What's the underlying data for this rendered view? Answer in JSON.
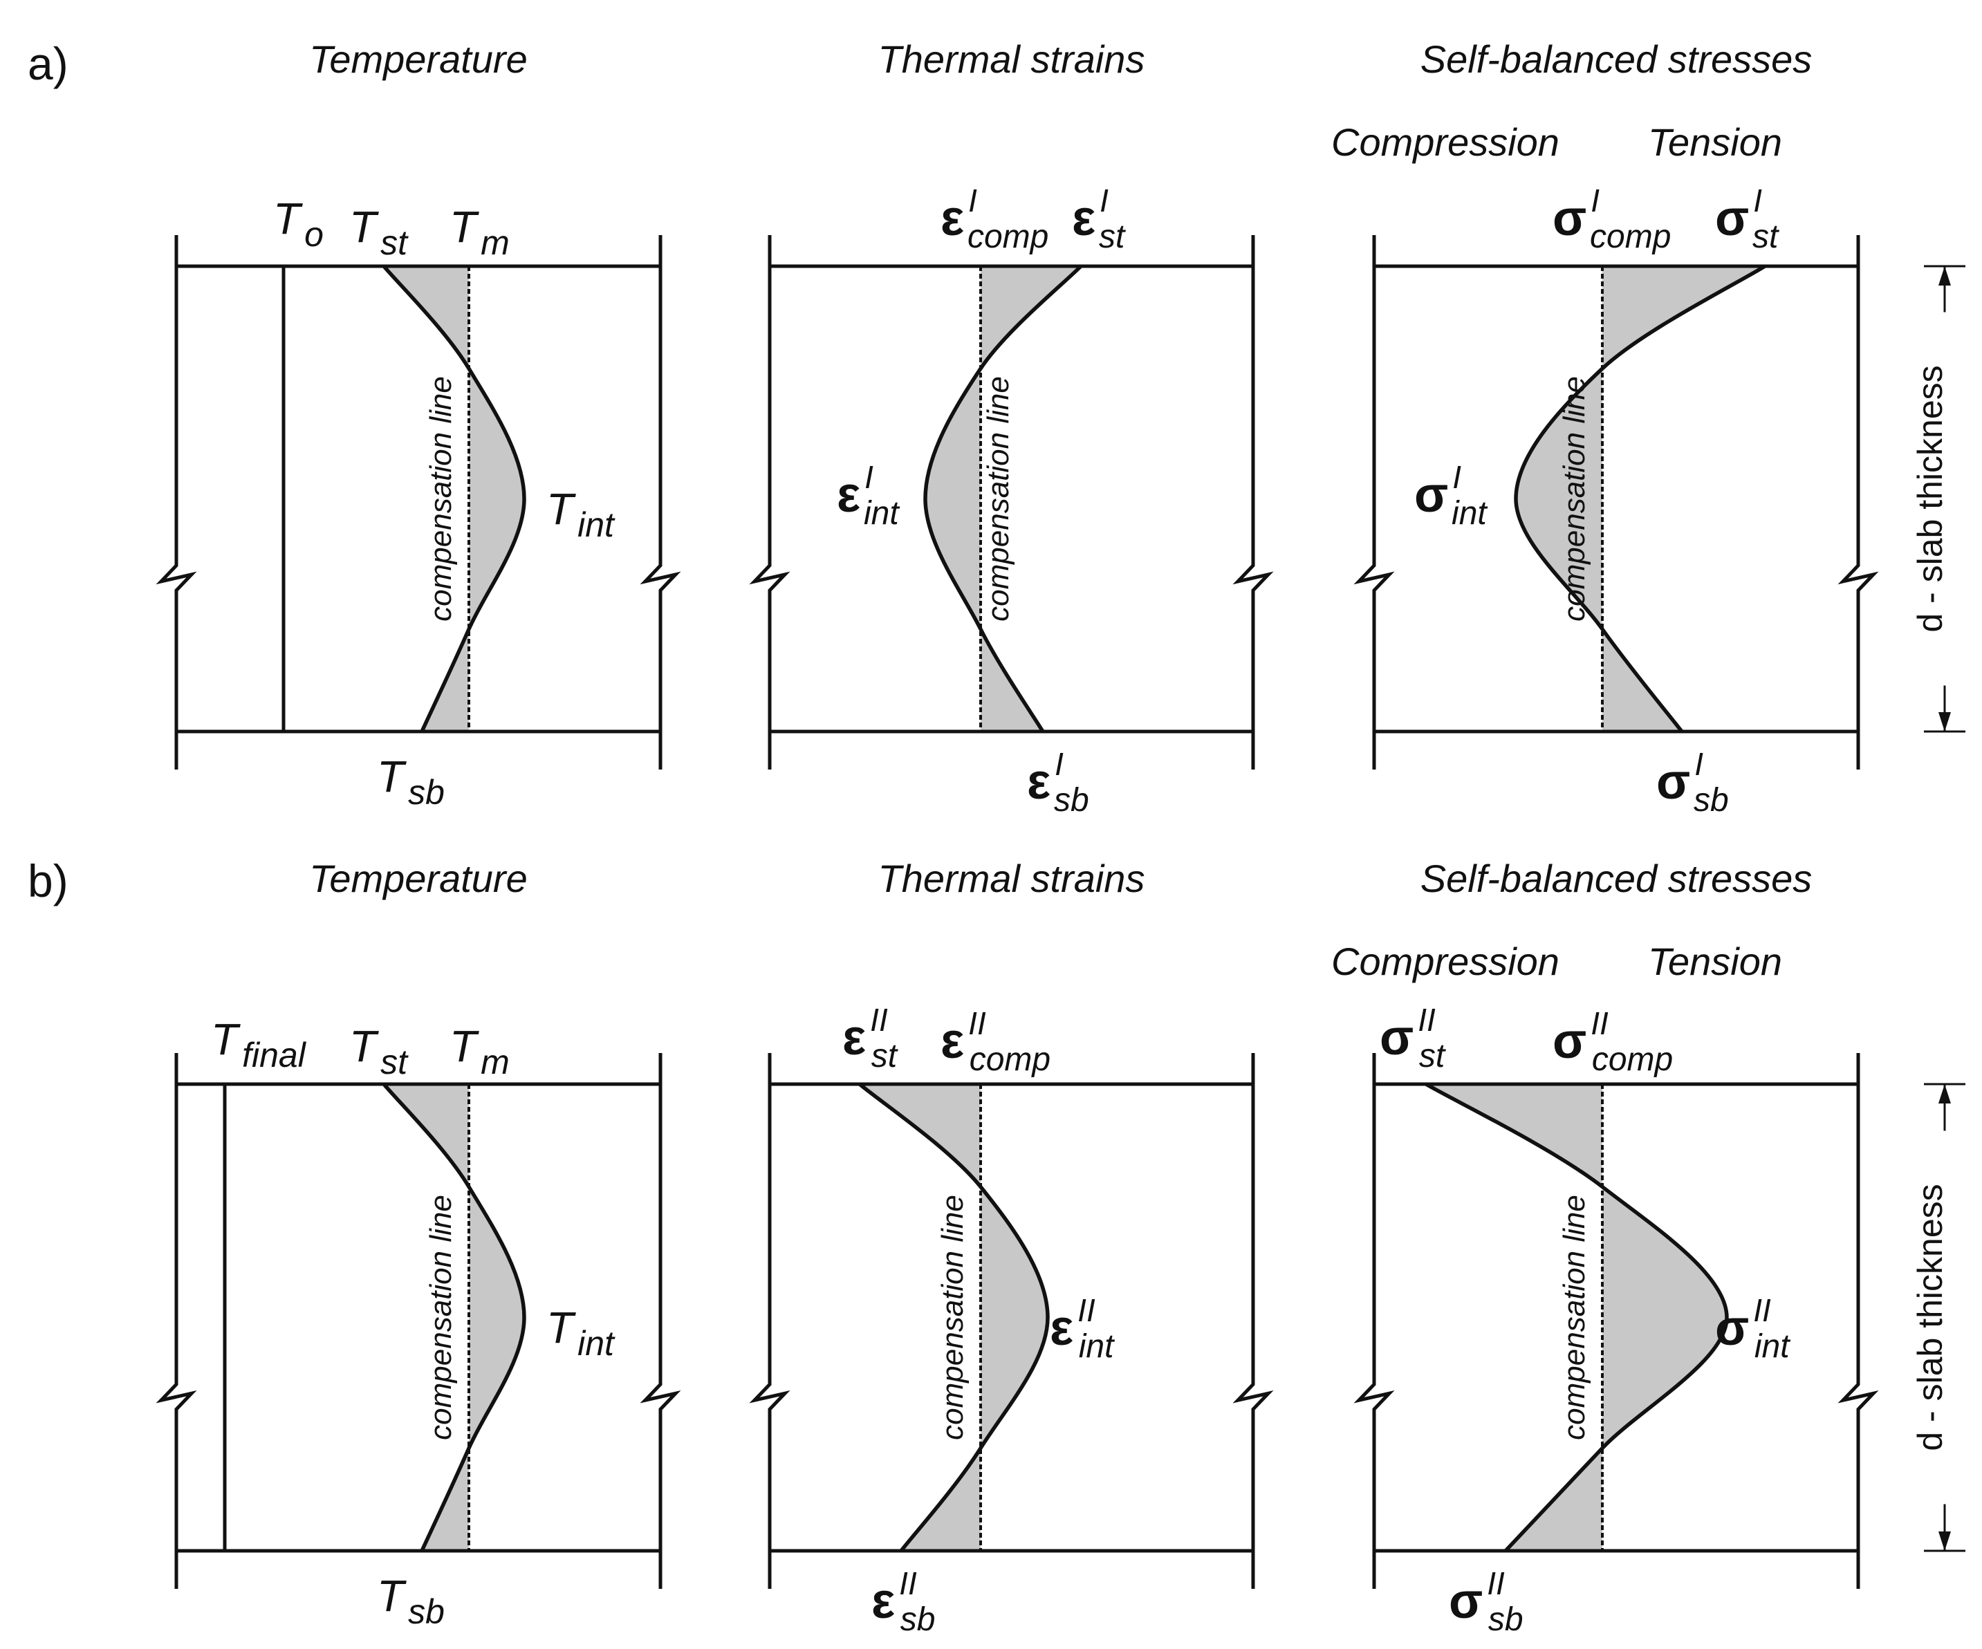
{
  "rows": [
    {
      "tag": "a)",
      "columns": [
        {
          "title": "Temperature",
          "labels": [
            {
              "base": "T",
              "sub": "o",
              "sup": "",
              "kind": "T"
            },
            {
              "base": "T",
              "sub": "st",
              "sup": "",
              "kind": "T"
            },
            {
              "base": "T",
              "sub": "m",
              "sup": "",
              "kind": "T"
            },
            {
              "base": "T",
              "sub": "int",
              "sup": "",
              "kind": "T"
            },
            {
              "base": "T",
              "sub": "sb",
              "sup": "",
              "kind": "T"
            }
          ],
          "comp_text": "compensation line"
        },
        {
          "title": "Thermal strains",
          "labels": [
            {
              "base": "ε",
              "sub": "comp",
              "sup": "I",
              "kind": "G"
            },
            {
              "base": "ε",
              "sub": "st",
              "sup": "I",
              "kind": "G"
            },
            {
              "base": "ε",
              "sub": "int",
              "sup": "I",
              "kind": "G"
            },
            {
              "base": "ε",
              "sub": "sb",
              "sup": "I",
              "kind": "G"
            }
          ],
          "comp_text": "compensation line"
        },
        {
          "title": "Self-balanced stresses",
          "compression": "Compression",
          "tension": "Tension",
          "labels": [
            {
              "base": "σ",
              "sub": "comp",
              "sup": "I",
              "kind": "G"
            },
            {
              "base": "σ",
              "sub": "st",
              "sup": "I",
              "kind": "G"
            },
            {
              "base": "σ",
              "sub": "int",
              "sup": "I",
              "kind": "G"
            },
            {
              "base": "σ",
              "sub": "sb",
              "sup": "I",
              "kind": "G"
            }
          ],
          "comp_text": "compensation line"
        }
      ],
      "thickness": "d - slab thickness"
    },
    {
      "tag": "b)",
      "columns": [
        {
          "title": "Temperature",
          "labels": [
            {
              "base": "T",
              "sub": "final",
              "sup": "",
              "kind": "T"
            },
            {
              "base": "T",
              "sub": "st",
              "sup": "",
              "kind": "T"
            },
            {
              "base": "T",
              "sub": "m",
              "sup": "",
              "kind": "T"
            },
            {
              "base": "T",
              "sub": "int",
              "sup": "",
              "kind": "T"
            },
            {
              "base": "T",
              "sub": "sb",
              "sup": "",
              "kind": "T"
            }
          ],
          "comp_text": "compensation line"
        },
        {
          "title": "Thermal strains",
          "labels": [
            {
              "base": "ε",
              "sub": "st",
              "sup": "II",
              "kind": "G"
            },
            {
              "base": "ε",
              "sub": "comp",
              "sup": "II",
              "kind": "G"
            },
            {
              "base": "ε",
              "sub": "int",
              "sup": "II",
              "kind": "G"
            },
            {
              "base": "ε",
              "sub": "sb",
              "sup": "II",
              "kind": "G"
            }
          ],
          "comp_text": "compensation line"
        },
        {
          "title": "Self-balanced stresses",
          "compression": "Compression",
          "tension": "Tension",
          "labels": [
            {
              "base": "σ",
              "sub": "st",
              "sup": "II",
              "kind": "G"
            },
            {
              "base": "σ",
              "sub": "comp",
              "sup": "II",
              "kind": "G"
            },
            {
              "base": "σ",
              "sub": "int",
              "sup": "II",
              "kind": "G"
            },
            {
              "base": "σ",
              "sub": "sb",
              "sup": "II",
              "kind": "G"
            }
          ],
          "comp_text": "compensation line"
        }
      ],
      "thickness": "d - slab thickness"
    }
  ]
}
